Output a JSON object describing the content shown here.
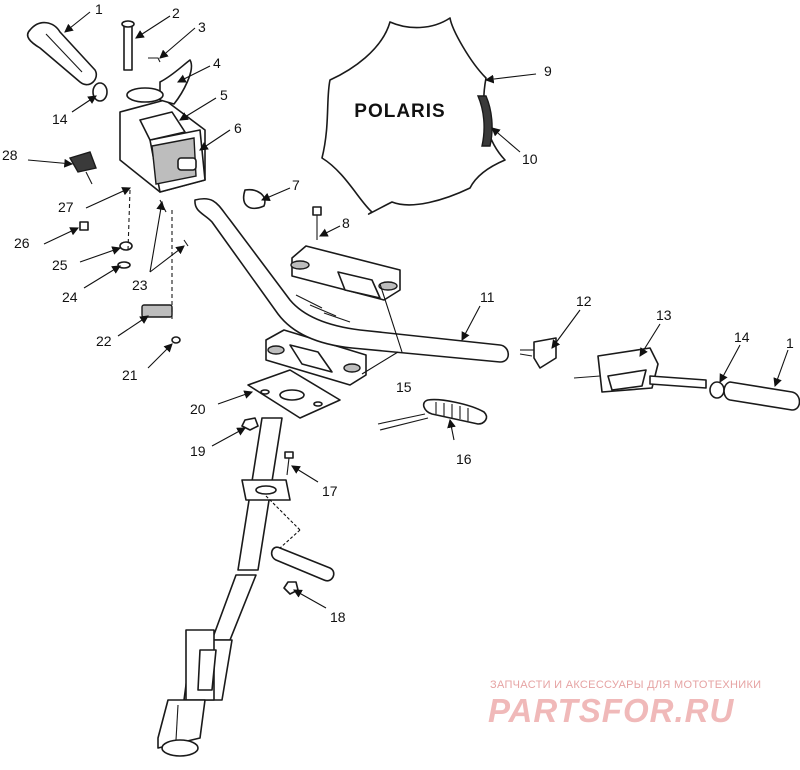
{
  "callouts": [
    {
      "id": "c1a",
      "text": "1"
    },
    {
      "id": "c2",
      "text": "2"
    },
    {
      "id": "c3",
      "text": "3"
    },
    {
      "id": "c4",
      "text": "4"
    },
    {
      "id": "c5",
      "text": "5"
    },
    {
      "id": "c6",
      "text": "6"
    },
    {
      "id": "c7",
      "text": "7"
    },
    {
      "id": "c8",
      "text": "8"
    },
    {
      "id": "c9",
      "text": "9"
    },
    {
      "id": "c10",
      "text": "10"
    },
    {
      "id": "c11",
      "text": "11"
    },
    {
      "id": "c12",
      "text": "12"
    },
    {
      "id": "c13",
      "text": "13"
    },
    {
      "id": "c14a",
      "text": "14"
    },
    {
      "id": "c14b",
      "text": "14"
    },
    {
      "id": "c1b",
      "text": "1"
    },
    {
      "id": "c15",
      "text": "15"
    },
    {
      "id": "c16",
      "text": "16"
    },
    {
      "id": "c17",
      "text": "17"
    },
    {
      "id": "c18",
      "text": "18"
    },
    {
      "id": "c19",
      "text": "19"
    },
    {
      "id": "c20",
      "text": "20"
    },
    {
      "id": "c21",
      "text": "21"
    },
    {
      "id": "c22",
      "text": "22"
    },
    {
      "id": "c23",
      "text": "23"
    },
    {
      "id": "c24",
      "text": "24"
    },
    {
      "id": "c25",
      "text": "25"
    },
    {
      "id": "c26",
      "text": "26"
    },
    {
      "id": "c27",
      "text": "27"
    },
    {
      "id": "c28",
      "text": "28"
    }
  ],
  "pad_logo": "POLARIS",
  "watermark": {
    "tagline": "ЗАПЧАСТИ И АКСЕССУАРЫ ДЛЯ МОТОТЕХНИКИ",
    "site": "PARTSFOR.RU"
  },
  "colors": {
    "line": "#1a1a1a",
    "watermark": "#f0b9b9"
  }
}
